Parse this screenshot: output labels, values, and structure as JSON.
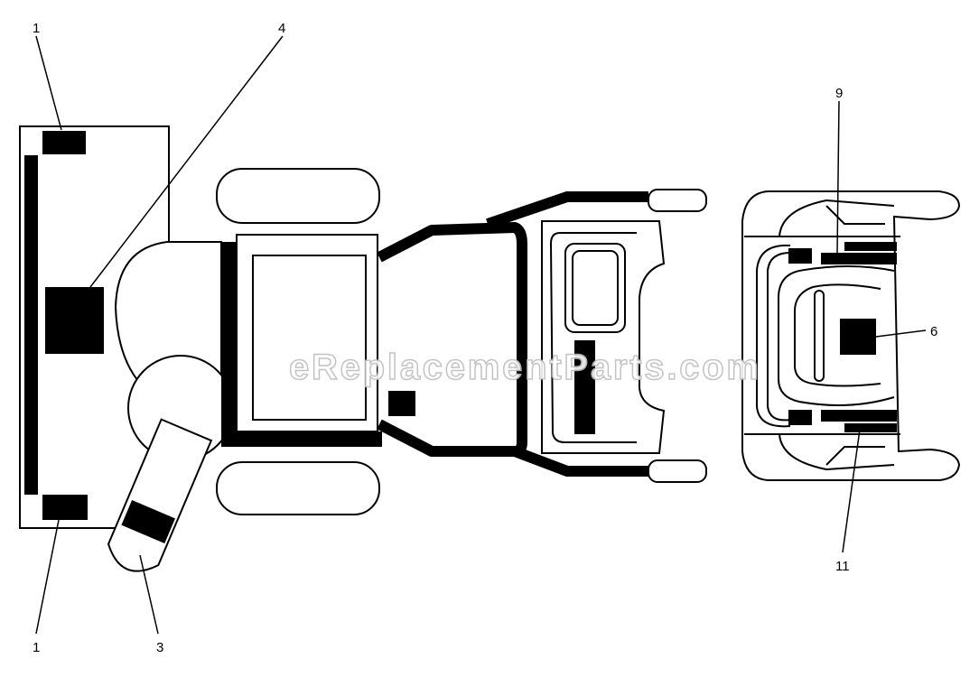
{
  "diagram": {
    "callouts": [
      {
        "id": "callout-1-top",
        "label": "1"
      },
      {
        "id": "callout-4",
        "label": "4"
      },
      {
        "id": "callout-1-bottom",
        "label": "1"
      },
      {
        "id": "callout-3",
        "label": "3"
      },
      {
        "id": "callout-9",
        "label": "9"
      },
      {
        "id": "callout-6",
        "label": "6"
      },
      {
        "id": "callout-11",
        "label": "11"
      }
    ],
    "watermark": "eReplacementParts.com"
  }
}
